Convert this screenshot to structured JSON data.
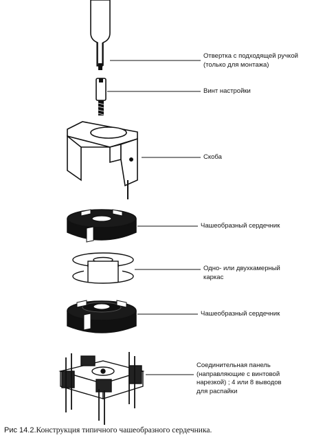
{
  "labels": {
    "screwdriver": "Отвертка с подходящей ручкой\n(только для монтажа)",
    "screw": "Винт настройки",
    "clip": "Скоба",
    "core_top": "Чашеобразный сердечник",
    "bobbin": "Одно- или двухкамерный\nкаркас",
    "core_bottom": "Чашеобразный сердечник",
    "base": "Соединительная панель\n(направляющие с винтовой\nнарезкой) ;  4 или 8 выводов\nдля распайки"
  },
  "caption": {
    "fig_label": "Рис  14.2.",
    "text": "Конструкция типичного чашеобразного сердечника."
  }
}
